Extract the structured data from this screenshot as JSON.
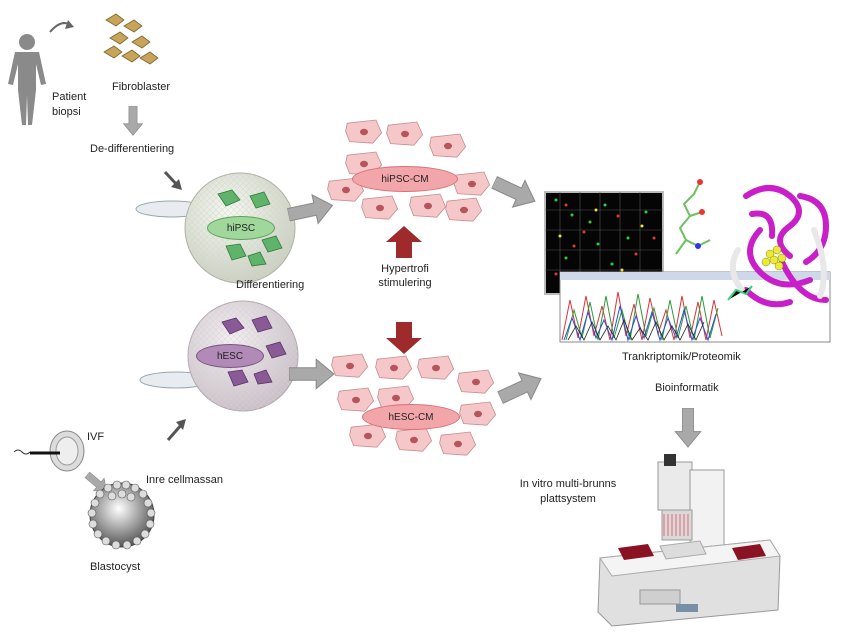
{
  "labels": {
    "patient": "Patient",
    "biopsy": "biopsi",
    "fibroblasts": "Fibroblaster",
    "dedifferentiation": "De-differentiering",
    "hipsc": "hiPSC",
    "hipsc_cm": "hiPSC-CM",
    "differentiation": "Differentiering",
    "hypertrophy_1": "Hypertrofi",
    "hypertrophy_2": "stimulering",
    "hesc": "hESC",
    "hesc_cm": "hESC-CM",
    "ivf": "IVF",
    "inner_cell_mass": "Inre cellmassan",
    "blastocyst": "Blastocyst",
    "transcriptomics": "Trankriptomik/Proteomik",
    "bioinformatics": "Bioinformatik",
    "multiwell_1": "In vitro multi-brunns",
    "multiwell_2": "plattsystem"
  },
  "colors": {
    "arrow_grey": "#a9a9a9",
    "arrow_red": "#9e2a2b",
    "cell_pink": "#f6c7c8",
    "green": "#9fd89a",
    "purple": "#b18ab8",
    "protein": "#c91fc8"
  }
}
